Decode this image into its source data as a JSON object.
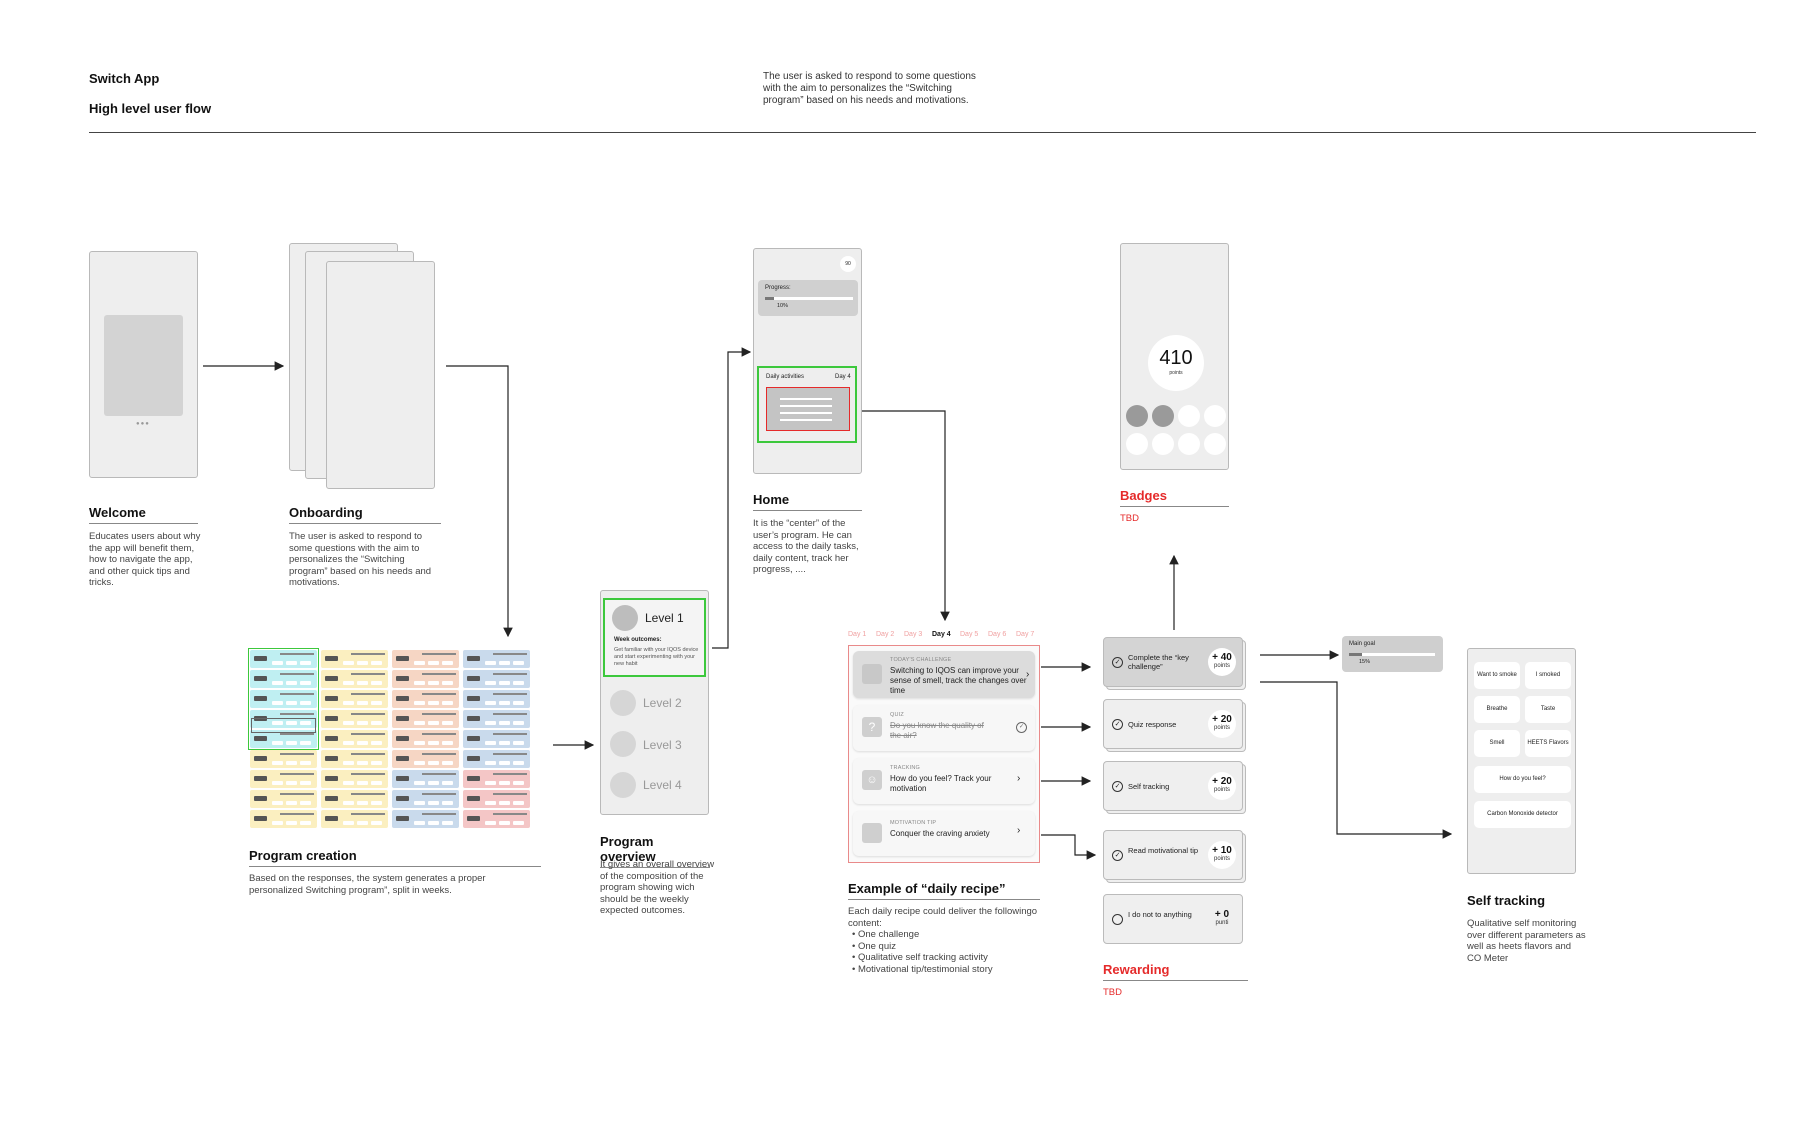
{
  "header": {
    "app": "Switch App",
    "subtitle": "High level user flow",
    "intro": "The user is asked to respond to some questions with the aim to personalizes the “Switching program” based on his needs and motivations."
  },
  "sections": {
    "welcome": {
      "title": "Welcome",
      "desc": "Educates users about why the app will benefit them, how to navigate the app, and other quick tips and tricks."
    },
    "onboarding": {
      "title": "Onboarding",
      "desc": "The user is asked to respond to some questions with the aim to personalizes the “Switching program” based on his needs and motivations."
    },
    "program_creation": {
      "title": "Program creation",
      "desc": "Based on the responses, the system generates a proper personalized Switching program”, split in weeks."
    },
    "program_overview": {
      "title": "Program overview",
      "desc": "It gives an overall overview of the composition of the program showing wich should be the weekly expected outcomes."
    },
    "home": {
      "title": "Home",
      "desc": "It is the “center” of the user’s program. He can access to the daily tasks, daily content, track her progress, ...."
    },
    "daily_recipe": {
      "title": "Example of “daily recipe”",
      "desc": "Each daily recipe could deliver the followingo content:",
      "bullets": [
        "One challenge",
        "One quiz",
        "Qualitative self tracking activity",
        "Motivational tip/testimonial story"
      ]
    },
    "badges": {
      "title": "Badges",
      "tbd": "TBD"
    },
    "rewarding": {
      "title": "Rewarding",
      "tbd": "TBD"
    },
    "self_tracking": {
      "title": "Self tracking",
      "desc": "Qualitative self monitoring over different parameters as well as heets flavors and CO Meter"
    }
  },
  "home_screen": {
    "points": "90",
    "progress_label": "Progress:",
    "progress_value": "10%",
    "progress_fraction": 0.1,
    "daily_label": "Daily activities",
    "day_label": "Day 4"
  },
  "levels": {
    "items": [
      "Level 1",
      "Level 2",
      "Level 3",
      "Level 4"
    ],
    "outcome_title": "Week outcomes:",
    "outcome_text": "Get familiar with your IQOS device and start experimenting with your new habit"
  },
  "days": [
    "Day 1",
    "Day 2",
    "Day 3",
    "Day 4",
    "Day 5",
    "Day 6",
    "Day 7"
  ],
  "recipe_cards": [
    {
      "tag": "Today's challenge",
      "text": "Switching to IQOS can improve your sense of smell, track the changes over time"
    },
    {
      "tag": "Quiz",
      "text": "Do you know the quality of the air?"
    },
    {
      "tag": "Tracking",
      "text": "How do you feel? Track your motivation"
    },
    {
      "tag": "Motivation tip",
      "text": "Conquer the craving anxiety"
    }
  ],
  "rewards": [
    {
      "label": "Complete the “key challenge”",
      "points": "+ 40",
      "unit": "points"
    },
    {
      "label": "Quiz response",
      "points": "+ 20",
      "unit": "points"
    },
    {
      "label": "Self tracking",
      "points": "+ 20",
      "unit": "points"
    },
    {
      "label": "Read motivational tip",
      "points": "+ 10",
      "unit": "points"
    },
    {
      "label": "I do not to anything",
      "points": "+ 0",
      "unit": "punti"
    }
  ],
  "badges_screen": {
    "score": "410",
    "unit": "points"
  },
  "main_goal": {
    "label": "Main goal",
    "value": "15%",
    "fraction": 0.15
  },
  "self_tracking_screen": {
    "buttons": [
      "Want to smoke",
      "I smoked",
      "Breathe",
      "Taste",
      "Smell",
      "HEETS Flavors"
    ],
    "wide_buttons": [
      "How do you feel?",
      "Carbon Monoxide detector"
    ]
  },
  "colors": {
    "accent_red": "#e52a2a",
    "highlight_green": "#3cc83c",
    "cyan": "#bfeff2",
    "yellow": "#fbefc0",
    "peach": "#f6d6c4",
    "blue": "#c9daec",
    "pink": "#f4c6c6"
  }
}
